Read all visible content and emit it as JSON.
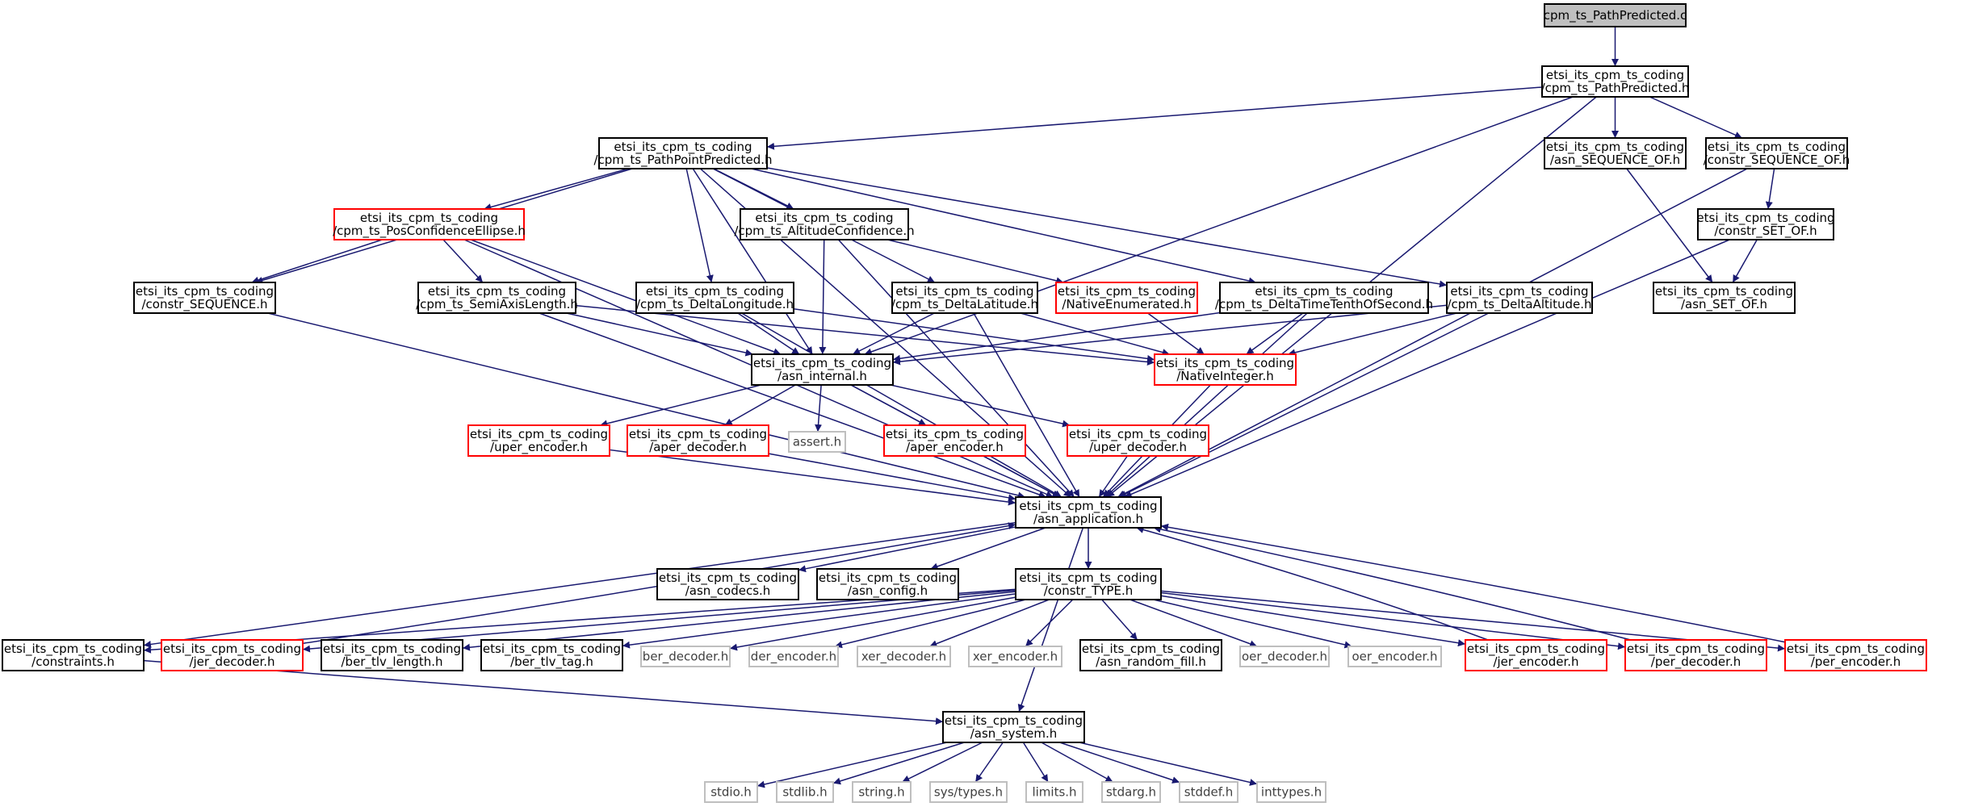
{
  "colors": {
    "edge": "#191970",
    "border_normal": "#000000",
    "border_red": "#ff0000",
    "border_gray": "#bfbfbf",
    "root_fill": "#bfbfbf",
    "fill": "#ffffff"
  },
  "nodes": [
    {
      "id": "root",
      "lines": [
        "cpm_ts_PathPredicted.c"
      ],
      "style": "root"
    },
    {
      "id": "pathpredicted_h",
      "lines": [
        "etsi_its_cpm_ts_coding",
        "/cpm_ts_PathPredicted.h"
      ],
      "style": "normal"
    },
    {
      "id": "pathpointpredicted_h",
      "lines": [
        "etsi_its_cpm_ts_coding",
        "/cpm_ts_PathPointPredicted.h"
      ],
      "style": "normal"
    },
    {
      "id": "asn_sequence_of_h",
      "lines": [
        "etsi_its_cpm_ts_coding",
        "/asn_SEQUENCE_OF.h"
      ],
      "style": "normal"
    },
    {
      "id": "constr_sequence_of_h",
      "lines": [
        "etsi_its_cpm_ts_coding",
        "/constr_SEQUENCE_OF.h"
      ],
      "style": "normal"
    },
    {
      "id": "constr_set_of_h",
      "lines": [
        "etsi_its_cpm_ts_coding",
        "/constr_SET_OF.h"
      ],
      "style": "normal"
    },
    {
      "id": "asn_set_of_h",
      "lines": [
        "etsi_its_cpm_ts_coding",
        "/asn_SET_OF.h"
      ],
      "style": "normal"
    },
    {
      "id": "posconfidenceellipse_h",
      "lines": [
        "etsi_its_cpm_ts_coding",
        "/cpm_ts_PosConfidenceEllipse.h"
      ],
      "style": "red"
    },
    {
      "id": "altitudeconfidence_h",
      "lines": [
        "etsi_its_cpm_ts_coding",
        "/cpm_ts_AltitudeConfidence.h"
      ],
      "style": "normal"
    },
    {
      "id": "constr_sequence_h",
      "lines": [
        "etsi_its_cpm_ts_coding",
        "/constr_SEQUENCE.h"
      ],
      "style": "normal"
    },
    {
      "id": "semiaxislength_h",
      "lines": [
        "etsi_its_cpm_ts_coding",
        "/cpm_ts_SemiAxisLength.h"
      ],
      "style": "normal"
    },
    {
      "id": "deltalongitude_h",
      "lines": [
        "etsi_its_cpm_ts_coding",
        "/cpm_ts_DeltaLongitude.h"
      ],
      "style": "normal"
    },
    {
      "id": "deltalatitude_h",
      "lines": [
        "etsi_its_cpm_ts_coding",
        "/cpm_ts_DeltaLatitude.h"
      ],
      "style": "normal"
    },
    {
      "id": "nativeenumerated_h",
      "lines": [
        "etsi_its_cpm_ts_coding",
        "/NativeEnumerated.h"
      ],
      "style": "red"
    },
    {
      "id": "deltatimetenthofsecond_h",
      "lines": [
        "etsi_its_cpm_ts_coding",
        "/cpm_ts_DeltaTimeTenthOfSecond.h"
      ],
      "style": "normal"
    },
    {
      "id": "deltaaltitude_h",
      "lines": [
        "etsi_its_cpm_ts_coding",
        "/cpm_ts_DeltaAltitude.h"
      ],
      "style": "normal"
    },
    {
      "id": "asn_internal_h",
      "lines": [
        "etsi_its_cpm_ts_coding",
        "/asn_internal.h"
      ],
      "style": "normal"
    },
    {
      "id": "nativeinteger_h",
      "lines": [
        "etsi_its_cpm_ts_coding",
        "/NativeInteger.h"
      ],
      "style": "red"
    },
    {
      "id": "uper_encoder_h",
      "lines": [
        "etsi_its_cpm_ts_coding",
        "/uper_encoder.h"
      ],
      "style": "red"
    },
    {
      "id": "aper_decoder_h",
      "lines": [
        "etsi_its_cpm_ts_coding",
        "/aper_decoder.h"
      ],
      "style": "red"
    },
    {
      "id": "assert_h",
      "lines": [
        "assert.h"
      ],
      "style": "gray"
    },
    {
      "id": "aper_encoder_h",
      "lines": [
        "etsi_its_cpm_ts_coding",
        "/aper_encoder.h"
      ],
      "style": "red"
    },
    {
      "id": "uper_decoder_h",
      "lines": [
        "etsi_its_cpm_ts_coding",
        "/uper_decoder.h"
      ],
      "style": "red"
    },
    {
      "id": "asn_application_h",
      "lines": [
        "etsi_its_cpm_ts_coding",
        "/asn_application.h"
      ],
      "style": "normal"
    },
    {
      "id": "asn_codecs_h",
      "lines": [
        "etsi_its_cpm_ts_coding",
        "/asn_codecs.h"
      ],
      "style": "normal"
    },
    {
      "id": "asn_config_h",
      "lines": [
        "etsi_its_cpm_ts_coding",
        "/asn_config.h"
      ],
      "style": "normal"
    },
    {
      "id": "constr_type_h",
      "lines": [
        "etsi_its_cpm_ts_coding",
        "/constr_TYPE.h"
      ],
      "style": "normal"
    },
    {
      "id": "constraints_h",
      "lines": [
        "etsi_its_cpm_ts_coding",
        "/constraints.h"
      ],
      "style": "normal"
    },
    {
      "id": "jer_decoder_h",
      "lines": [
        "etsi_its_cpm_ts_coding",
        "/jer_decoder.h"
      ],
      "style": "red"
    },
    {
      "id": "ber_tlv_length_h",
      "lines": [
        "etsi_its_cpm_ts_coding",
        "/ber_tlv_length.h"
      ],
      "style": "normal"
    },
    {
      "id": "ber_tlv_tag_h",
      "lines": [
        "etsi_its_cpm_ts_coding",
        "/ber_tlv_tag.h"
      ],
      "style": "normal"
    },
    {
      "id": "ber_decoder_h",
      "lines": [
        "ber_decoder.h"
      ],
      "style": "gray"
    },
    {
      "id": "der_encoder_h",
      "lines": [
        "der_encoder.h"
      ],
      "style": "gray"
    },
    {
      "id": "xer_decoder_h",
      "lines": [
        "xer_decoder.h"
      ],
      "style": "gray"
    },
    {
      "id": "xer_encoder_h",
      "lines": [
        "xer_encoder.h"
      ],
      "style": "gray"
    },
    {
      "id": "asn_random_fill_h",
      "lines": [
        "etsi_its_cpm_ts_coding",
        "/asn_random_fill.h"
      ],
      "style": "normal"
    },
    {
      "id": "oer_decoder_h",
      "lines": [
        "oer_decoder.h"
      ],
      "style": "gray"
    },
    {
      "id": "oer_encoder_h",
      "lines": [
        "oer_encoder.h"
      ],
      "style": "gray"
    },
    {
      "id": "jer_encoder_h",
      "lines": [
        "etsi_its_cpm_ts_coding",
        "/jer_encoder.h"
      ],
      "style": "red"
    },
    {
      "id": "per_decoder_h",
      "lines": [
        "etsi_its_cpm_ts_coding",
        "/per_decoder.h"
      ],
      "style": "red"
    },
    {
      "id": "per_encoder_h",
      "lines": [
        "etsi_its_cpm_ts_coding",
        "/per_encoder.h"
      ],
      "style": "red"
    },
    {
      "id": "asn_system_h",
      "lines": [
        "etsi_its_cpm_ts_coding",
        "/asn_system.h"
      ],
      "style": "normal"
    },
    {
      "id": "stdio_h",
      "lines": [
        "stdio.h"
      ],
      "style": "gray"
    },
    {
      "id": "stdlib_h",
      "lines": [
        "stdlib.h"
      ],
      "style": "gray"
    },
    {
      "id": "string_h",
      "lines": [
        "string.h"
      ],
      "style": "gray"
    },
    {
      "id": "sys_types_h",
      "lines": [
        "sys/types.h"
      ],
      "style": "gray"
    },
    {
      "id": "limits_h",
      "lines": [
        "limits.h"
      ],
      "style": "gray"
    },
    {
      "id": "stdarg_h",
      "lines": [
        "stdarg.h"
      ],
      "style": "gray"
    },
    {
      "id": "stddef_h",
      "lines": [
        "stddef.h"
      ],
      "style": "gray"
    },
    {
      "id": "inttypes_h",
      "lines": [
        "inttypes.h"
      ],
      "style": "gray"
    }
  ],
  "edges": [
    [
      "root",
      "pathpredicted_h"
    ],
    [
      "pathpredicted_h",
      "pathpointpredicted_h"
    ],
    [
      "pathpredicted_h",
      "asn_sequence_of_h"
    ],
    [
      "pathpredicted_h",
      "constr_sequence_of_h"
    ],
    [
      "pathpredicted_h",
      "asn_internal_h"
    ],
    [
      "pathpredicted_h",
      "asn_application_h"
    ],
    [
      "constr_sequence_of_h",
      "constr_set_of_h"
    ],
    [
      "constr_sequence_of_h",
      "asn_application_h"
    ],
    [
      "asn_sequence_of_h",
      "asn_set_of_h"
    ],
    [
      "constr_set_of_h",
      "asn_set_of_h"
    ],
    [
      "constr_set_of_h",
      "asn_application_h"
    ],
    [
      "pathpointpredicted_h",
      "posconfidenceellipse_h"
    ],
    [
      "pathpointpredicted_h",
      "altitudeconfidence_h"
    ],
    [
      "pathpointpredicted_h",
      "constr_sequence_h"
    ],
    [
      "pathpointpredicted_h",
      "deltalongitude_h"
    ],
    [
      "pathpointpredicted_h",
      "deltalatitude_h"
    ],
    [
      "pathpointpredicted_h",
      "deltatimetenthofsecond_h"
    ],
    [
      "pathpointpredicted_h",
      "deltaaltitude_h"
    ],
    [
      "pathpointpredicted_h",
      "asn_internal_h"
    ],
    [
      "pathpointpredicted_h",
      "asn_application_h"
    ],
    [
      "posconfidenceellipse_h",
      "constr_sequence_h"
    ],
    [
      "posconfidenceellipse_h",
      "semiaxislength_h"
    ],
    [
      "posconfidenceellipse_h",
      "asn_internal_h"
    ],
    [
      "posconfidenceellipse_h",
      "asn_application_h"
    ],
    [
      "altitudeconfidence_h",
      "nativeenumerated_h"
    ],
    [
      "altitudeconfidence_h",
      "asn_internal_h"
    ],
    [
      "altitudeconfidence_h",
      "asn_application_h"
    ],
    [
      "constr_sequence_h",
      "asn_application_h"
    ],
    [
      "semiaxislength_h",
      "nativeinteger_h"
    ],
    [
      "semiaxislength_h",
      "asn_internal_h"
    ],
    [
      "semiaxislength_h",
      "asn_application_h"
    ],
    [
      "deltalongitude_h",
      "nativeinteger_h"
    ],
    [
      "deltalongitude_h",
      "asn_internal_h"
    ],
    [
      "deltalongitude_h",
      "asn_application_h"
    ],
    [
      "deltalatitude_h",
      "nativeinteger_h"
    ],
    [
      "deltalatitude_h",
      "asn_internal_h"
    ],
    [
      "deltalatitude_h",
      "asn_application_h"
    ],
    [
      "nativeenumerated_h",
      "nativeinteger_h"
    ],
    [
      "deltatimetenthofsecond_h",
      "nativeinteger_h"
    ],
    [
      "deltatimetenthofsecond_h",
      "asn_internal_h"
    ],
    [
      "deltatimetenthofsecond_h",
      "asn_application_h"
    ],
    [
      "deltaaltitude_h",
      "nativeinteger_h"
    ],
    [
      "deltaaltitude_h",
      "asn_internal_h"
    ],
    [
      "deltaaltitude_h",
      "asn_application_h"
    ],
    [
      "nativeinteger_h",
      "asn_application_h"
    ],
    [
      "asn_internal_h",
      "uper_encoder_h"
    ],
    [
      "asn_internal_h",
      "aper_decoder_h"
    ],
    [
      "asn_internal_h",
      "assert_h"
    ],
    [
      "asn_internal_h",
      "aper_encoder_h"
    ],
    [
      "asn_internal_h",
      "uper_decoder_h"
    ],
    [
      "asn_internal_h",
      "asn_application_h"
    ],
    [
      "uper_encoder_h",
      "asn_application_h"
    ],
    [
      "aper_decoder_h",
      "asn_application_h"
    ],
    [
      "aper_encoder_h",
      "asn_application_h"
    ],
    [
      "uper_decoder_h",
      "asn_application_h"
    ],
    [
      "asn_application_h",
      "asn_codecs_h"
    ],
    [
      "asn_application_h",
      "asn_config_h"
    ],
    [
      "asn_application_h",
      "constr_type_h"
    ],
    [
      "asn_application_h",
      "constraints_h"
    ],
    [
      "asn_application_h",
      "asn_system_h"
    ],
    [
      "constr_type_h",
      "constraints_h"
    ],
    [
      "constr_type_h",
      "jer_decoder_h"
    ],
    [
      "constr_type_h",
      "ber_tlv_length_h"
    ],
    [
      "constr_type_h",
      "ber_tlv_tag_h"
    ],
    [
      "constr_type_h",
      "ber_decoder_h"
    ],
    [
      "constr_type_h",
      "der_encoder_h"
    ],
    [
      "constr_type_h",
      "xer_decoder_h"
    ],
    [
      "constr_type_h",
      "xer_encoder_h"
    ],
    [
      "constr_type_h",
      "asn_random_fill_h"
    ],
    [
      "constr_type_h",
      "oer_decoder_h"
    ],
    [
      "constr_type_h",
      "oer_encoder_h"
    ],
    [
      "constr_type_h",
      "jer_encoder_h"
    ],
    [
      "constr_type_h",
      "per_decoder_h"
    ],
    [
      "constr_type_h",
      "per_encoder_h"
    ],
    [
      "jer_decoder_h",
      "asn_application_h"
    ],
    [
      "jer_encoder_h",
      "asn_application_h"
    ],
    [
      "per_decoder_h",
      "asn_application_h"
    ],
    [
      "per_encoder_h",
      "asn_application_h"
    ],
    [
      "constraints_h",
      "asn_system_h"
    ],
    [
      "asn_system_h",
      "stdio_h"
    ],
    [
      "asn_system_h",
      "stdlib_h"
    ],
    [
      "asn_system_h",
      "string_h"
    ],
    [
      "asn_system_h",
      "sys_types_h"
    ],
    [
      "asn_system_h",
      "limits_h"
    ],
    [
      "asn_system_h",
      "stdarg_h"
    ],
    [
      "asn_system_h",
      "stddef_h"
    ],
    [
      "asn_system_h",
      "inttypes_h"
    ]
  ]
}
